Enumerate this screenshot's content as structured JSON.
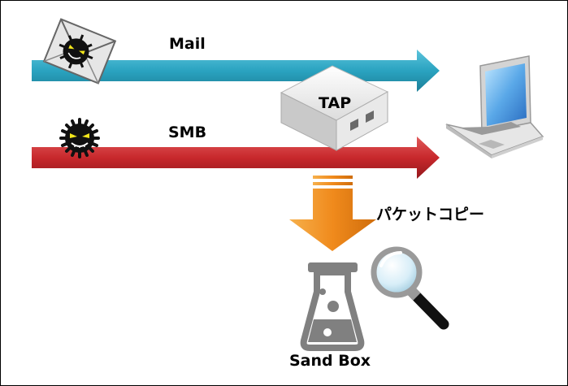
{
  "diagram": {
    "mail_label": "Mail",
    "smb_label": "SMB",
    "tap_label": "TAP",
    "copy_label": "パケットコピー",
    "sandbox_label": "Sand Box"
  },
  "colors": {
    "mail_arrow": "#2aa3c0",
    "smb_arrow": "#c8282c",
    "copy_arrow": "#f08a1c"
  },
  "icons": [
    "malware-envelope-icon",
    "malware-virus-icon",
    "tap-device-icon",
    "laptop-icon",
    "flask-icon",
    "magnifier-icon"
  ]
}
